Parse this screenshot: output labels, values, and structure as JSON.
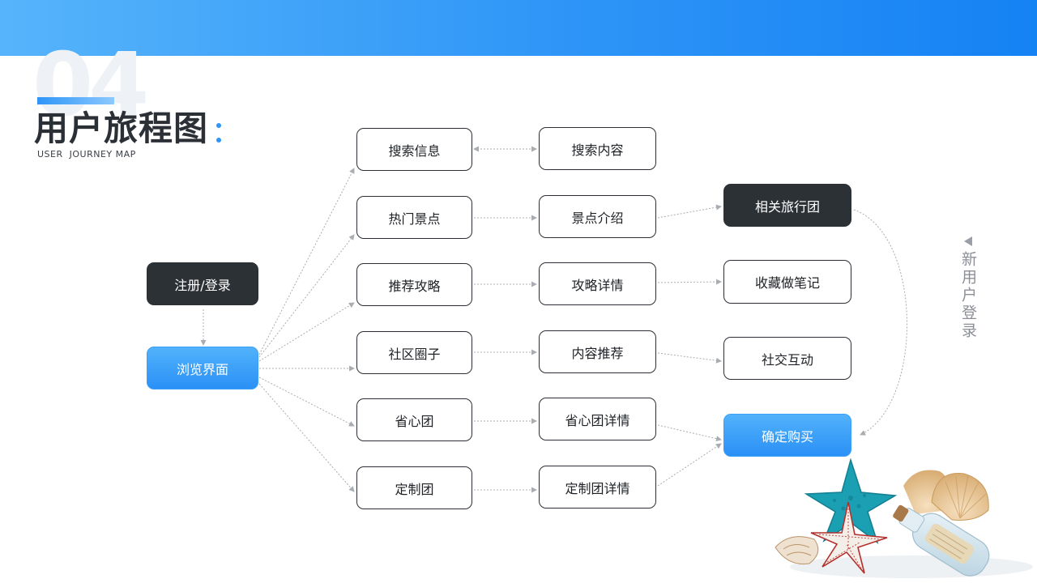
{
  "header": {
    "section_number": "04",
    "title": "用户旅程图",
    "subtitle": "USER  JOURNEY MAP"
  },
  "nodes": {
    "register": "注册/登录",
    "browse": "浏览界面",
    "search_info": "搜索信息",
    "hot_spots": "热门景点",
    "guides": "推荐攻略",
    "community": "社区圈子",
    "value_group": "省心团",
    "custom_group": "定制团",
    "search_content": "搜索内容",
    "spot_intro": "景点介绍",
    "guide_detail": "攻略详情",
    "content_recommend": "内容推荐",
    "value_group_detail": "省心团详情",
    "custom_group_detail": "定制团详情",
    "related_groups": "相关旅行团",
    "favorite_notes": "收藏做笔记",
    "social": "社交互动",
    "purchase": "确定购买"
  },
  "side_note": {
    "text": "新用户登录",
    "icon": "triangle-left-icon"
  },
  "colors": {
    "accent": "#2e95f7",
    "dark_node": "#2c3136",
    "connector": "#a9adb2"
  }
}
